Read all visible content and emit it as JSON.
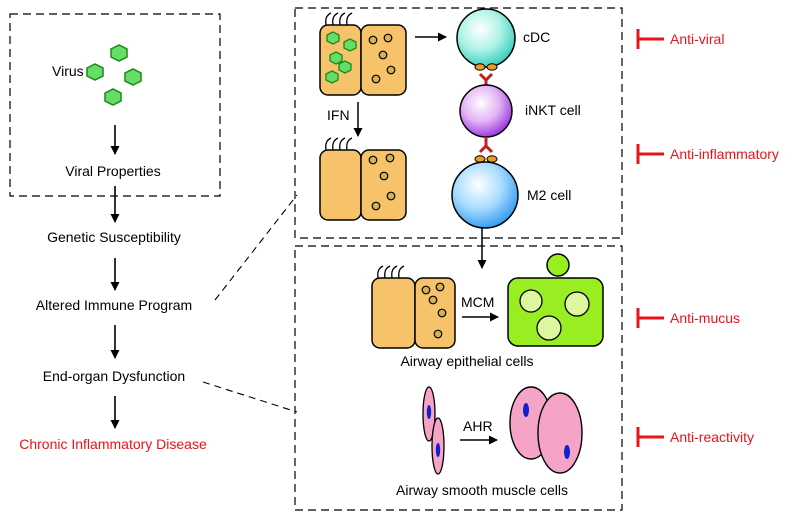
{
  "left": {
    "virus": "Virus",
    "viral_properties": "Viral Properties",
    "genetic_susceptibility": "Genetic Susceptibility",
    "altered_immune_program": "Altered Immune Program",
    "end_organ_dysfunction": "End-organ Dysfunction",
    "chronic_disease": "Chronic Inflammatory Disease"
  },
  "upper": {
    "ifn": "IFN",
    "cdc": "cDC",
    "inkt": "iNKT cell",
    "m2": "M2 cell"
  },
  "lower": {
    "mcm": "MCM",
    "airway_epithelial": "Airway epithelial cells",
    "ahr": "AHR",
    "airway_smooth_muscle": "Airway smooth muscle cells"
  },
  "inhibitors": {
    "anti_viral": "Anti-viral",
    "anti_inflammatory": "Anti-inflammatory",
    "anti_mucus": "Anti-mucus",
    "anti_reactivity": "Anti-reactivity"
  },
  "colors": {
    "accent_red": "#e8141b",
    "epithelial_fill": "#f6c36b",
    "virus_green": "#66dd66",
    "mucus_green": "#99ee22",
    "muscle_pink": "#f5a3c7",
    "nucleus_blue": "#1020cc"
  }
}
